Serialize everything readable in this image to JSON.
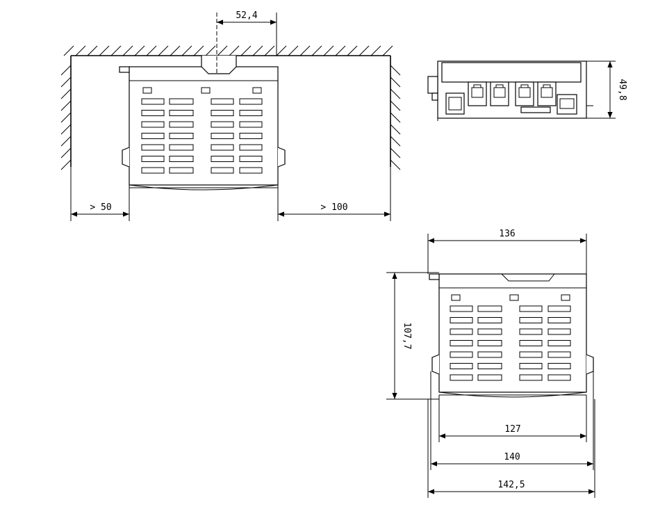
{
  "views": {
    "front": {
      "dim_top_width": "52,4",
      "dim_left_clearance": "> 50",
      "dim_right_clearance": "> 100"
    },
    "top": {
      "dim_height": "49,8"
    },
    "rear": {
      "dim_top": "136",
      "dim_side": "107,7",
      "dim_inner": "127",
      "dim_mid": "140",
      "dim_overall": "142,5"
    }
  }
}
